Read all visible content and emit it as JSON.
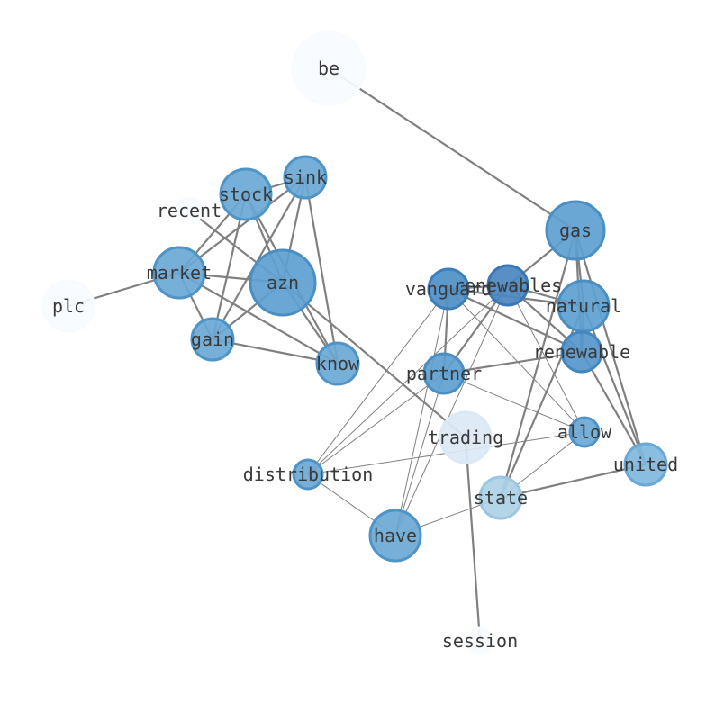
{
  "graph": {
    "nodes": [
      {
        "id": "be",
        "label": "be",
        "color": "#f7fbff",
        "stroke": "#f7fbff"
      },
      {
        "id": "sink",
        "label": "sink",
        "color": "#6aa9d6",
        "stroke": "#4e94c8"
      },
      {
        "id": "stock",
        "label": "stock",
        "color": "#6aa9d6",
        "stroke": "#4e94c8"
      },
      {
        "id": "recent",
        "label": "recent",
        "color": "#f7fbff",
        "stroke": "#f7fbff"
      },
      {
        "id": "gas",
        "label": "gas",
        "color": "#5e9fd0",
        "stroke": "#4a8fc4"
      },
      {
        "id": "market",
        "label": "market",
        "color": "#6aa9d6",
        "stroke": "#4e94c8"
      },
      {
        "id": "azn",
        "label": "azn",
        "color": "#5e9fd0",
        "stroke": "#4a8fc4"
      },
      {
        "id": "plc",
        "label": "plc",
        "color": "#f7fbff",
        "stroke": "#f7fbff"
      },
      {
        "id": "vanguard",
        "label": "vanguard",
        "color": "#4f8fc7",
        "stroke": "#3c7fba"
      },
      {
        "id": "renewables",
        "label": "renewables",
        "color": "#4a86c0",
        "stroke": "#3a78b5"
      },
      {
        "id": "natural",
        "label": "natural",
        "color": "#5e9fd0",
        "stroke": "#4a8fc4"
      },
      {
        "id": "gain",
        "label": "gain",
        "color": "#6aa9d6",
        "stroke": "#4e94c8"
      },
      {
        "id": "renewable",
        "label": "renewable",
        "color": "#5596cb",
        "stroke": "#4486bf"
      },
      {
        "id": "know",
        "label": "know",
        "color": "#6aa9d6",
        "stroke": "#4e94c8"
      },
      {
        "id": "partner",
        "label": "partner",
        "color": "#5e9fd0",
        "stroke": "#4a8fc4"
      },
      {
        "id": "trading",
        "label": "trading",
        "color": "#dbe8f5",
        "stroke": "#dbe8f5"
      },
      {
        "id": "allow",
        "label": "allow",
        "color": "#6aa9d6",
        "stroke": "#4e94c8"
      },
      {
        "id": "distribution",
        "label": "distribution",
        "color": "#6aa9d6",
        "stroke": "#4e94c8"
      },
      {
        "id": "united",
        "label": "united",
        "color": "#7fb8dd",
        "stroke": "#6aa9d6"
      },
      {
        "id": "state",
        "label": "state",
        "color": "#aed1e6",
        "stroke": "#9cc6e0"
      },
      {
        "id": "have",
        "label": "have",
        "color": "#6aa9d6",
        "stroke": "#4e94c8"
      },
      {
        "id": "session",
        "label": "session",
        "color": "#f7fbff",
        "stroke": "#f7fbff"
      }
    ],
    "edges": [
      {
        "source": "be",
        "target": "gas",
        "weight": "heavy"
      },
      {
        "source": "sink",
        "target": "stock",
        "weight": "heavy"
      },
      {
        "source": "sink",
        "target": "market",
        "weight": "heavy"
      },
      {
        "source": "sink",
        "target": "azn",
        "weight": "heavy"
      },
      {
        "source": "sink",
        "target": "gain",
        "weight": "heavy"
      },
      {
        "source": "sink",
        "target": "know",
        "weight": "heavy"
      },
      {
        "source": "stock",
        "target": "market",
        "weight": "heavy"
      },
      {
        "source": "stock",
        "target": "azn",
        "weight": "heavy"
      },
      {
        "source": "stock",
        "target": "gain",
        "weight": "heavy"
      },
      {
        "source": "stock",
        "target": "know",
        "weight": "heavy"
      },
      {
        "source": "recent",
        "target": "azn",
        "weight": "heavy"
      },
      {
        "source": "market",
        "target": "azn",
        "weight": "heavy"
      },
      {
        "source": "market",
        "target": "gain",
        "weight": "heavy"
      },
      {
        "source": "market",
        "target": "know",
        "weight": "heavy"
      },
      {
        "source": "market",
        "target": "plc",
        "weight": "heavy"
      },
      {
        "source": "azn",
        "target": "gain",
        "weight": "heavy"
      },
      {
        "source": "azn",
        "target": "know",
        "weight": "heavy"
      },
      {
        "source": "azn",
        "target": "trading",
        "weight": "heavy"
      },
      {
        "source": "gain",
        "target": "know",
        "weight": "heavy"
      },
      {
        "source": "gas",
        "target": "renewables",
        "weight": "heavy"
      },
      {
        "source": "gas",
        "target": "natural",
        "weight": "heavy"
      },
      {
        "source": "gas",
        "target": "renewable",
        "weight": "heavy"
      },
      {
        "source": "gas",
        "target": "united",
        "weight": "heavy"
      },
      {
        "source": "gas",
        "target": "state",
        "weight": "heavy"
      },
      {
        "source": "vanguard",
        "target": "renewables",
        "weight": "heavy"
      },
      {
        "source": "vanguard",
        "target": "natural",
        "weight": "heavy"
      },
      {
        "source": "vanguard",
        "target": "renewable",
        "weight": "heavy"
      },
      {
        "source": "vanguard",
        "target": "partner",
        "weight": "heavy"
      },
      {
        "source": "vanguard",
        "target": "allow",
        "weight": "light"
      },
      {
        "source": "vanguard",
        "target": "distribution",
        "weight": "light"
      },
      {
        "source": "vanguard",
        "target": "have",
        "weight": "light"
      },
      {
        "source": "renewables",
        "target": "natural",
        "weight": "heavy"
      },
      {
        "source": "renewables",
        "target": "renewable",
        "weight": "heavy"
      },
      {
        "source": "renewables",
        "target": "partner",
        "weight": "heavy"
      },
      {
        "source": "renewables",
        "target": "allow",
        "weight": "light"
      },
      {
        "source": "renewables",
        "target": "distribution",
        "weight": "light"
      },
      {
        "source": "renewables",
        "target": "have",
        "weight": "light"
      },
      {
        "source": "natural",
        "target": "renewable",
        "weight": "heavy"
      },
      {
        "source": "natural",
        "target": "united",
        "weight": "heavy"
      },
      {
        "source": "natural",
        "target": "state",
        "weight": "heavy"
      },
      {
        "source": "renewable",
        "target": "partner",
        "weight": "heavy"
      },
      {
        "source": "renewable",
        "target": "united",
        "weight": "heavy"
      },
      {
        "source": "partner",
        "target": "allow",
        "weight": "light"
      },
      {
        "source": "partner",
        "target": "distribution",
        "weight": "light"
      },
      {
        "source": "partner",
        "target": "have",
        "weight": "light"
      },
      {
        "source": "trading",
        "target": "session",
        "weight": "heavy"
      },
      {
        "source": "allow",
        "target": "distribution",
        "weight": "light"
      },
      {
        "source": "allow",
        "target": "state",
        "weight": "light"
      },
      {
        "source": "distribution",
        "target": "have",
        "weight": "light"
      },
      {
        "source": "state",
        "target": "united",
        "weight": "heavy"
      },
      {
        "source": "state",
        "target": "have",
        "weight": "light"
      }
    ]
  }
}
